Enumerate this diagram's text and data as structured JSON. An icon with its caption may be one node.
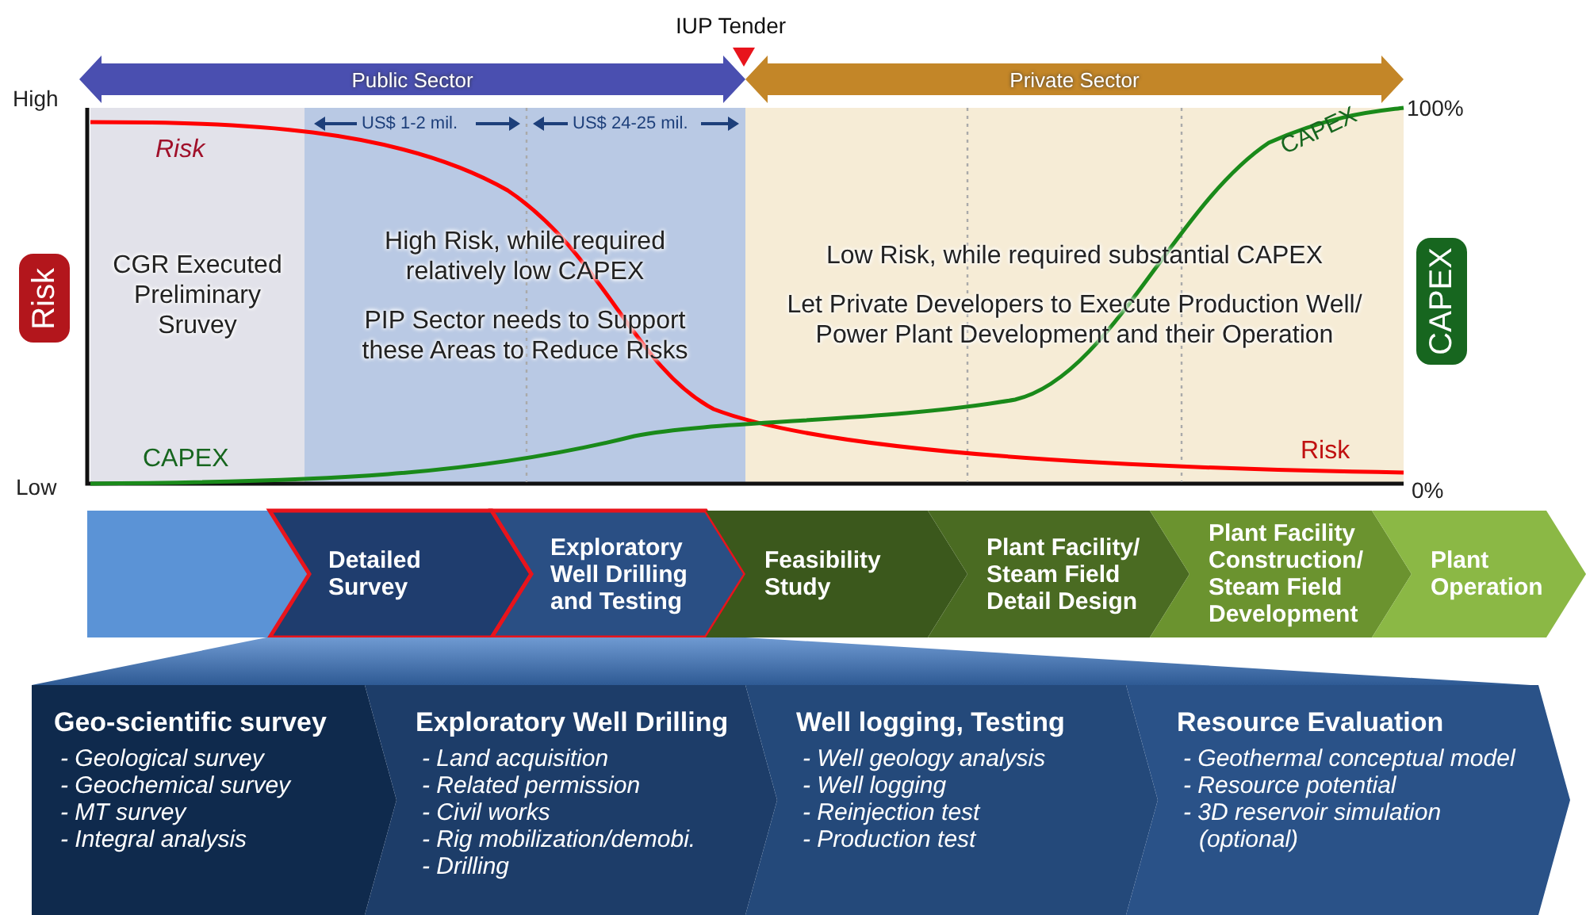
{
  "diagram": {
    "nodes": [
      {
        "text": [
          "Public Sector"
        ]
      },
      {
        "text": [
          "Private Sector"
        ]
      },
      {
        "text": [
          "Risk"
        ]
      },
      {
        "text": [
          "CGR Executed Preliminary Sruvey"
        ]
      },
      {
        "text": [
          "High Risk, while required relatively low CAPEX",
          "PIP Sector needs to Support these Areas to Reduce Risks"
        ]
      },
      {
        "text": [
          "Low Risk, while required substantial CAPEX",
          "Let Private Developers to Execute Production Well/ Power Plant Development and their Operation"
        ]
      },
      {
        "text": [
          "CAPEX"
        ]
      },
      {
        "text": [],
        "shape": "chevron"
      },
      {
        "text": [
          "Detailed Survey"
        ]
      },
      {
        "text": [
          "Exploratory Well Drilling and Testing"
        ]
      },
      {
        "text": [
          "Feasibility Study"
        ]
      },
      {
        "text": [
          "Plant Facility/ Steam Field Detail Design"
        ]
      },
      {
        "text": [
          "Plant Facility Construction/ Steam Field Development"
        ]
      },
      {
        "text": [
          "Plant Operation"
        ]
      },
      {
        "text": [],
        "shape": "trapezoid"
      },
      {
        "text": [
          "Geo-scientific survey",
          "- Geological survey",
          "- Geochemical survey",
          "- MT survey",
          "- Integral analysis"
        ]
      },
      {
        "text": [
          "Exploratory Well Drilling",
          "- Land acquisition",
          "- Related permission",
          "- Civil works",
          "- Rig mobilization/demobi.",
          "- Drilling"
        ]
      },
      {
        "text": [
          "Well logging, Testing",
          "- Well geology analysis",
          "- Well logging",
          "- Reinjection test",
          "- Production test"
        ]
      },
      {
        "text": [
          "Resource Evaluation",
          "- Geothermal conceptual model",
          "- Resource potential",
          "- 3D reservoir simulation (optional)"
        ]
      }
    ],
    "labels": [
      "IUP Tender",
      "High",
      "US$ 1-2 mil.",
      "US$ 24-25 mil.",
      "100%",
      "Risk",
      "CAPEX",
      "CAPEX",
      "Risk",
      "Low",
      "0%"
    ]
  }
}
